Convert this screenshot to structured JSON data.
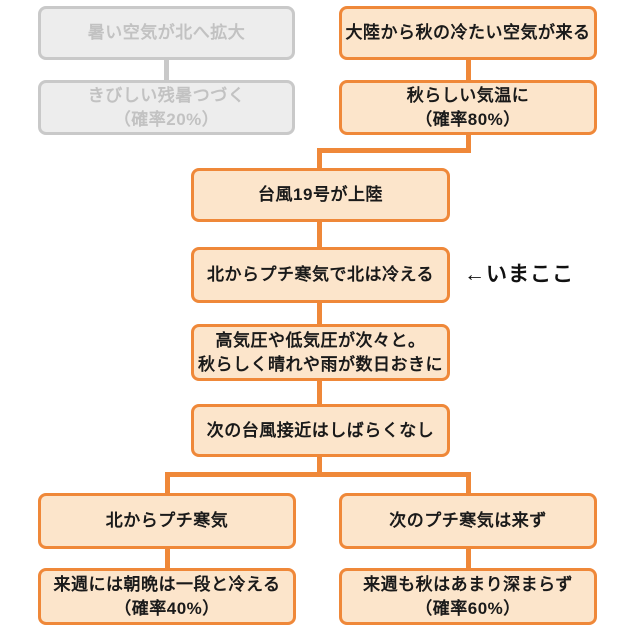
{
  "colors": {
    "active_border": "#ef8839",
    "active_fill": "#fce5cb",
    "inactive_border": "#c9c9c9",
    "inactive_fill": "#ededed",
    "inactive_text": "#c2c2c2",
    "text": "#1a1a1a",
    "background": "#ffffff"
  },
  "nodes": {
    "hot_air": {
      "label": "暑い空気が北へ拡大"
    },
    "zansho": {
      "line1": "きびしい残暑つづく",
      "line2": "（確率20%）"
    },
    "cold_air": {
      "label": "大陸から秋の冷たい空気が来る"
    },
    "autumn_temp": {
      "line1": "秋らしい気温に",
      "line2": "（確率80%）"
    },
    "typhoon": {
      "label": "台風19号が上陸"
    },
    "petit_cold_now": {
      "label": "北からプチ寒気で北は冷える"
    },
    "pressure_systems": {
      "line1": "高気圧や低気圧が次々と。",
      "line2": "秋らしく晴れや雨が数日おきに"
    },
    "no_typhoon": {
      "label": "次の台風接近はしばらくなし"
    },
    "left_petit_cold": {
      "label": "北からプチ寒気"
    },
    "left_outcome": {
      "line1": "来週には朝晩は一段と冷える",
      "line2": "（確率40%）"
    },
    "right_no_cold": {
      "label": "次のプチ寒気は来ず"
    },
    "right_outcome": {
      "line1": "来週も秋はあまり深まらず",
      "line2": "（確率60%）"
    }
  },
  "annotation": {
    "now_marker": "←いまここ"
  }
}
